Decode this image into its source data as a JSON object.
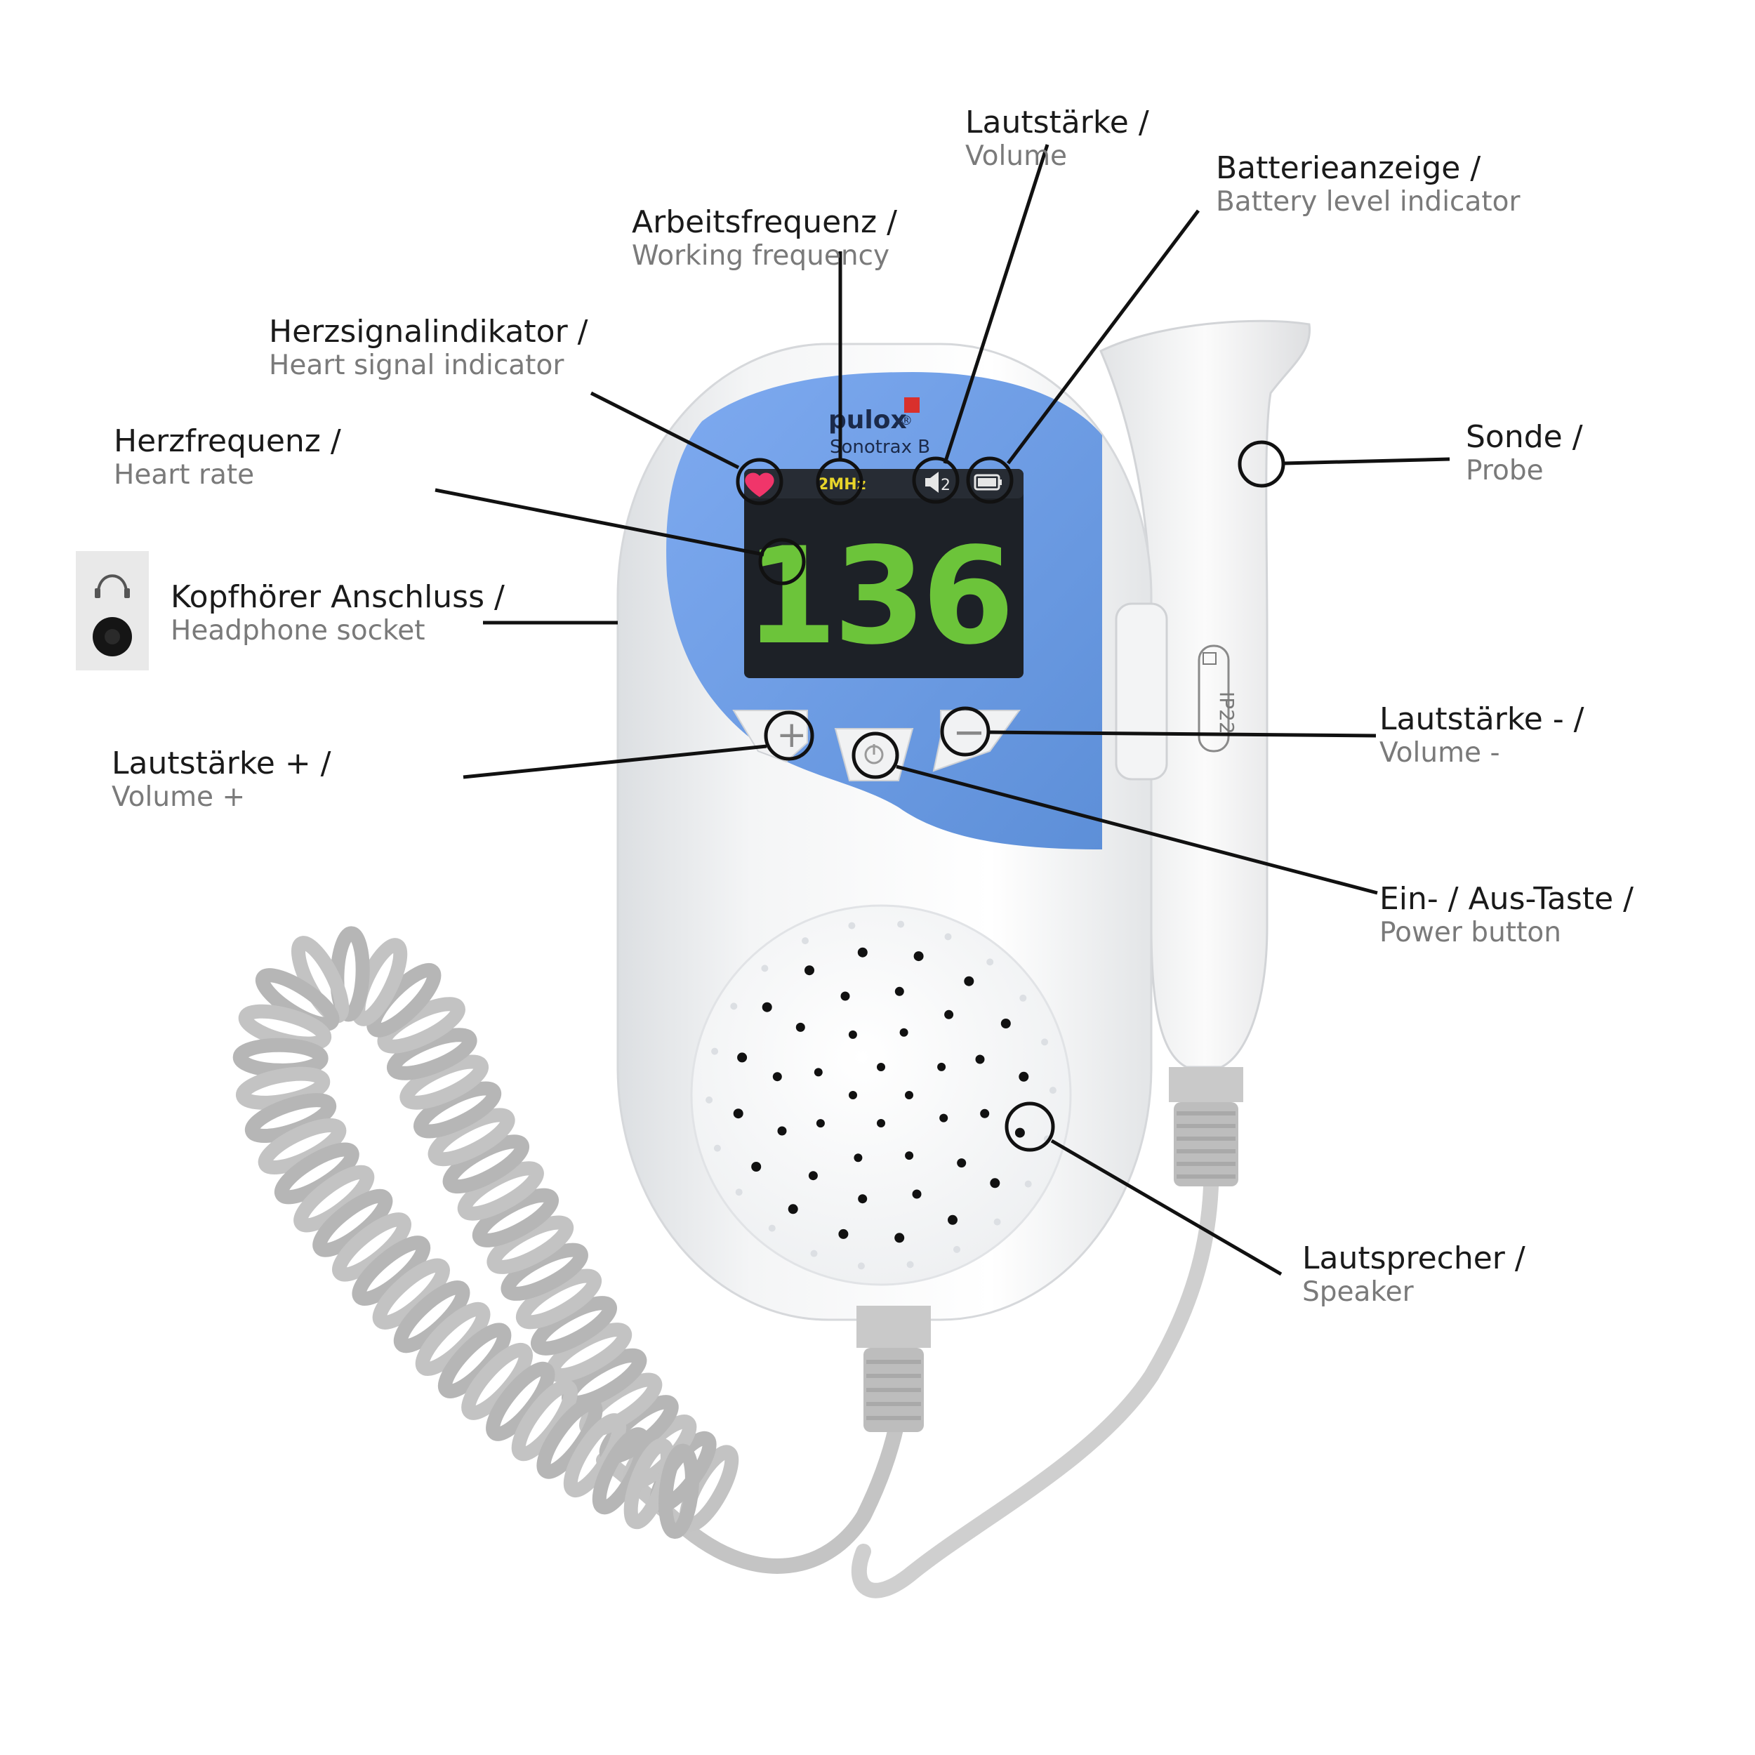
{
  "brand": {
    "name": "pulox",
    "reg": "®",
    "model": "Sonotrax B"
  },
  "display": {
    "heart_rate": "136",
    "frequency": "2MHz",
    "volume_level": "2",
    "battery_fraction": 1.0
  },
  "probe": {
    "rating": "IP22"
  },
  "labels": {
    "volume_top": {
      "de": "Lautstärke /",
      "en": "Volume"
    },
    "battery": {
      "de": "Batterieanzeige /",
      "en": "Battery level indicator"
    },
    "frequency": {
      "de": "Arbeitsfrequenz /",
      "en": "Working frequency"
    },
    "heart_signal": {
      "de": "Herzsignalindikator /",
      "en": "Heart signal indicator"
    },
    "heart_rate": {
      "de": "Herzfrequenz /",
      "en": "Heart rate"
    },
    "headphone": {
      "de": "Kopfhörer Anschluss /",
      "en": "Headphone socket"
    },
    "volume_plus": {
      "de": "Lautstärke + /",
      "en": "Volume +"
    },
    "probe": {
      "de": "Sonde /",
      "en": "Probe"
    },
    "volume_minus": {
      "de": "Lautstärke - /",
      "en": "Volume -"
    },
    "power": {
      "de": "Ein- / Aus-Taste /",
      "en": "Power button"
    },
    "speaker": {
      "de": "Lautsprecher /",
      "en": "Speaker"
    }
  },
  "colors": {
    "device_blue": "#6f9fe0",
    "screen": "#1d2127",
    "digits": "#6cc43a",
    "heart": "#f0356a",
    "accent_red": "#d9302c"
  }
}
